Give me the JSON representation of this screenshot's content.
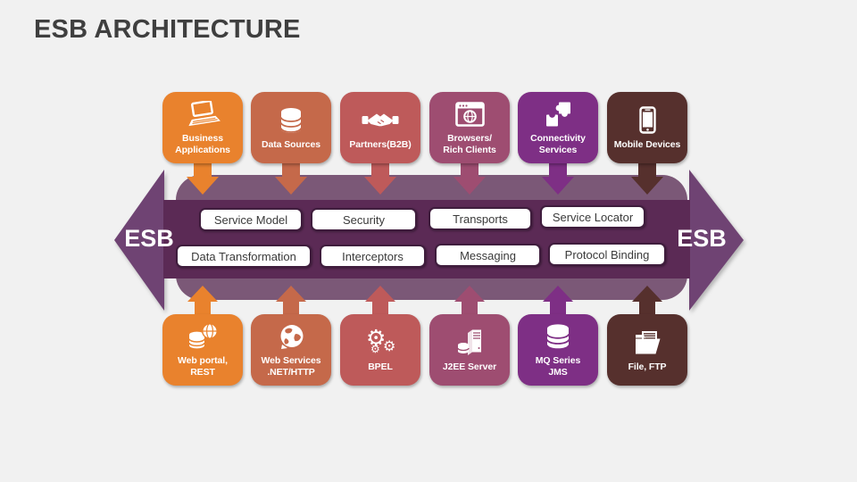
{
  "slide": {
    "title": "ESB ARCHITECTURE"
  },
  "esb": {
    "left_label": "ESB",
    "right_label": "ESB"
  },
  "colors": {
    "background": "#F1F1F1",
    "title_text": "#3F3F3F",
    "bus_body": "#7B5877",
    "bus_band": "#5B2A55",
    "esb_arrow": "#6F4373",
    "pill_border": "#3F1D3D",
    "pill_text": "#3A3A3A",
    "node_orange": "#E9822D",
    "node_terracotta": "#C5694A",
    "node_red": "#BE5A5A",
    "node_mauve": "#9E4D71",
    "node_purple": "#7E2F85",
    "node_brown": "#56302D"
  },
  "top_nodes": [
    {
      "label": "Business\nApplications",
      "icon": "laptop-icon"
    },
    {
      "label": "Data Sources",
      "icon": "database-icon"
    },
    {
      "label": "Partners(B2B)",
      "icon": "handshake-icon"
    },
    {
      "label": "Browsers/\nRich Clients",
      "icon": "browser-globe-icon"
    },
    {
      "label": "Connectivity\nServices",
      "icon": "puzzle-icon"
    },
    {
      "label": "Mobile Devices",
      "icon": "smartphone-icon"
    }
  ],
  "bus_pills_row1": [
    "Service Model",
    "Security",
    "Transports",
    "Service Locator"
  ],
  "bus_pills_row2": [
    "Data Transformation",
    "Interceptors",
    "Messaging",
    "Protocol Binding"
  ],
  "bottom_nodes": [
    {
      "label": "Web portal,\nREST",
      "icon": "database-globe-icon"
    },
    {
      "label": "Web Services\n.NET/HTTP",
      "icon": "globe-icon"
    },
    {
      "label": "BPEL",
      "icon": "gears-icon"
    },
    {
      "label": "J2EE Server",
      "icon": "server-icon"
    },
    {
      "label": "MQ Series\nJMS",
      "icon": "database-stack-icon"
    },
    {
      "label": "File, FTP",
      "icon": "folder-icon"
    }
  ]
}
